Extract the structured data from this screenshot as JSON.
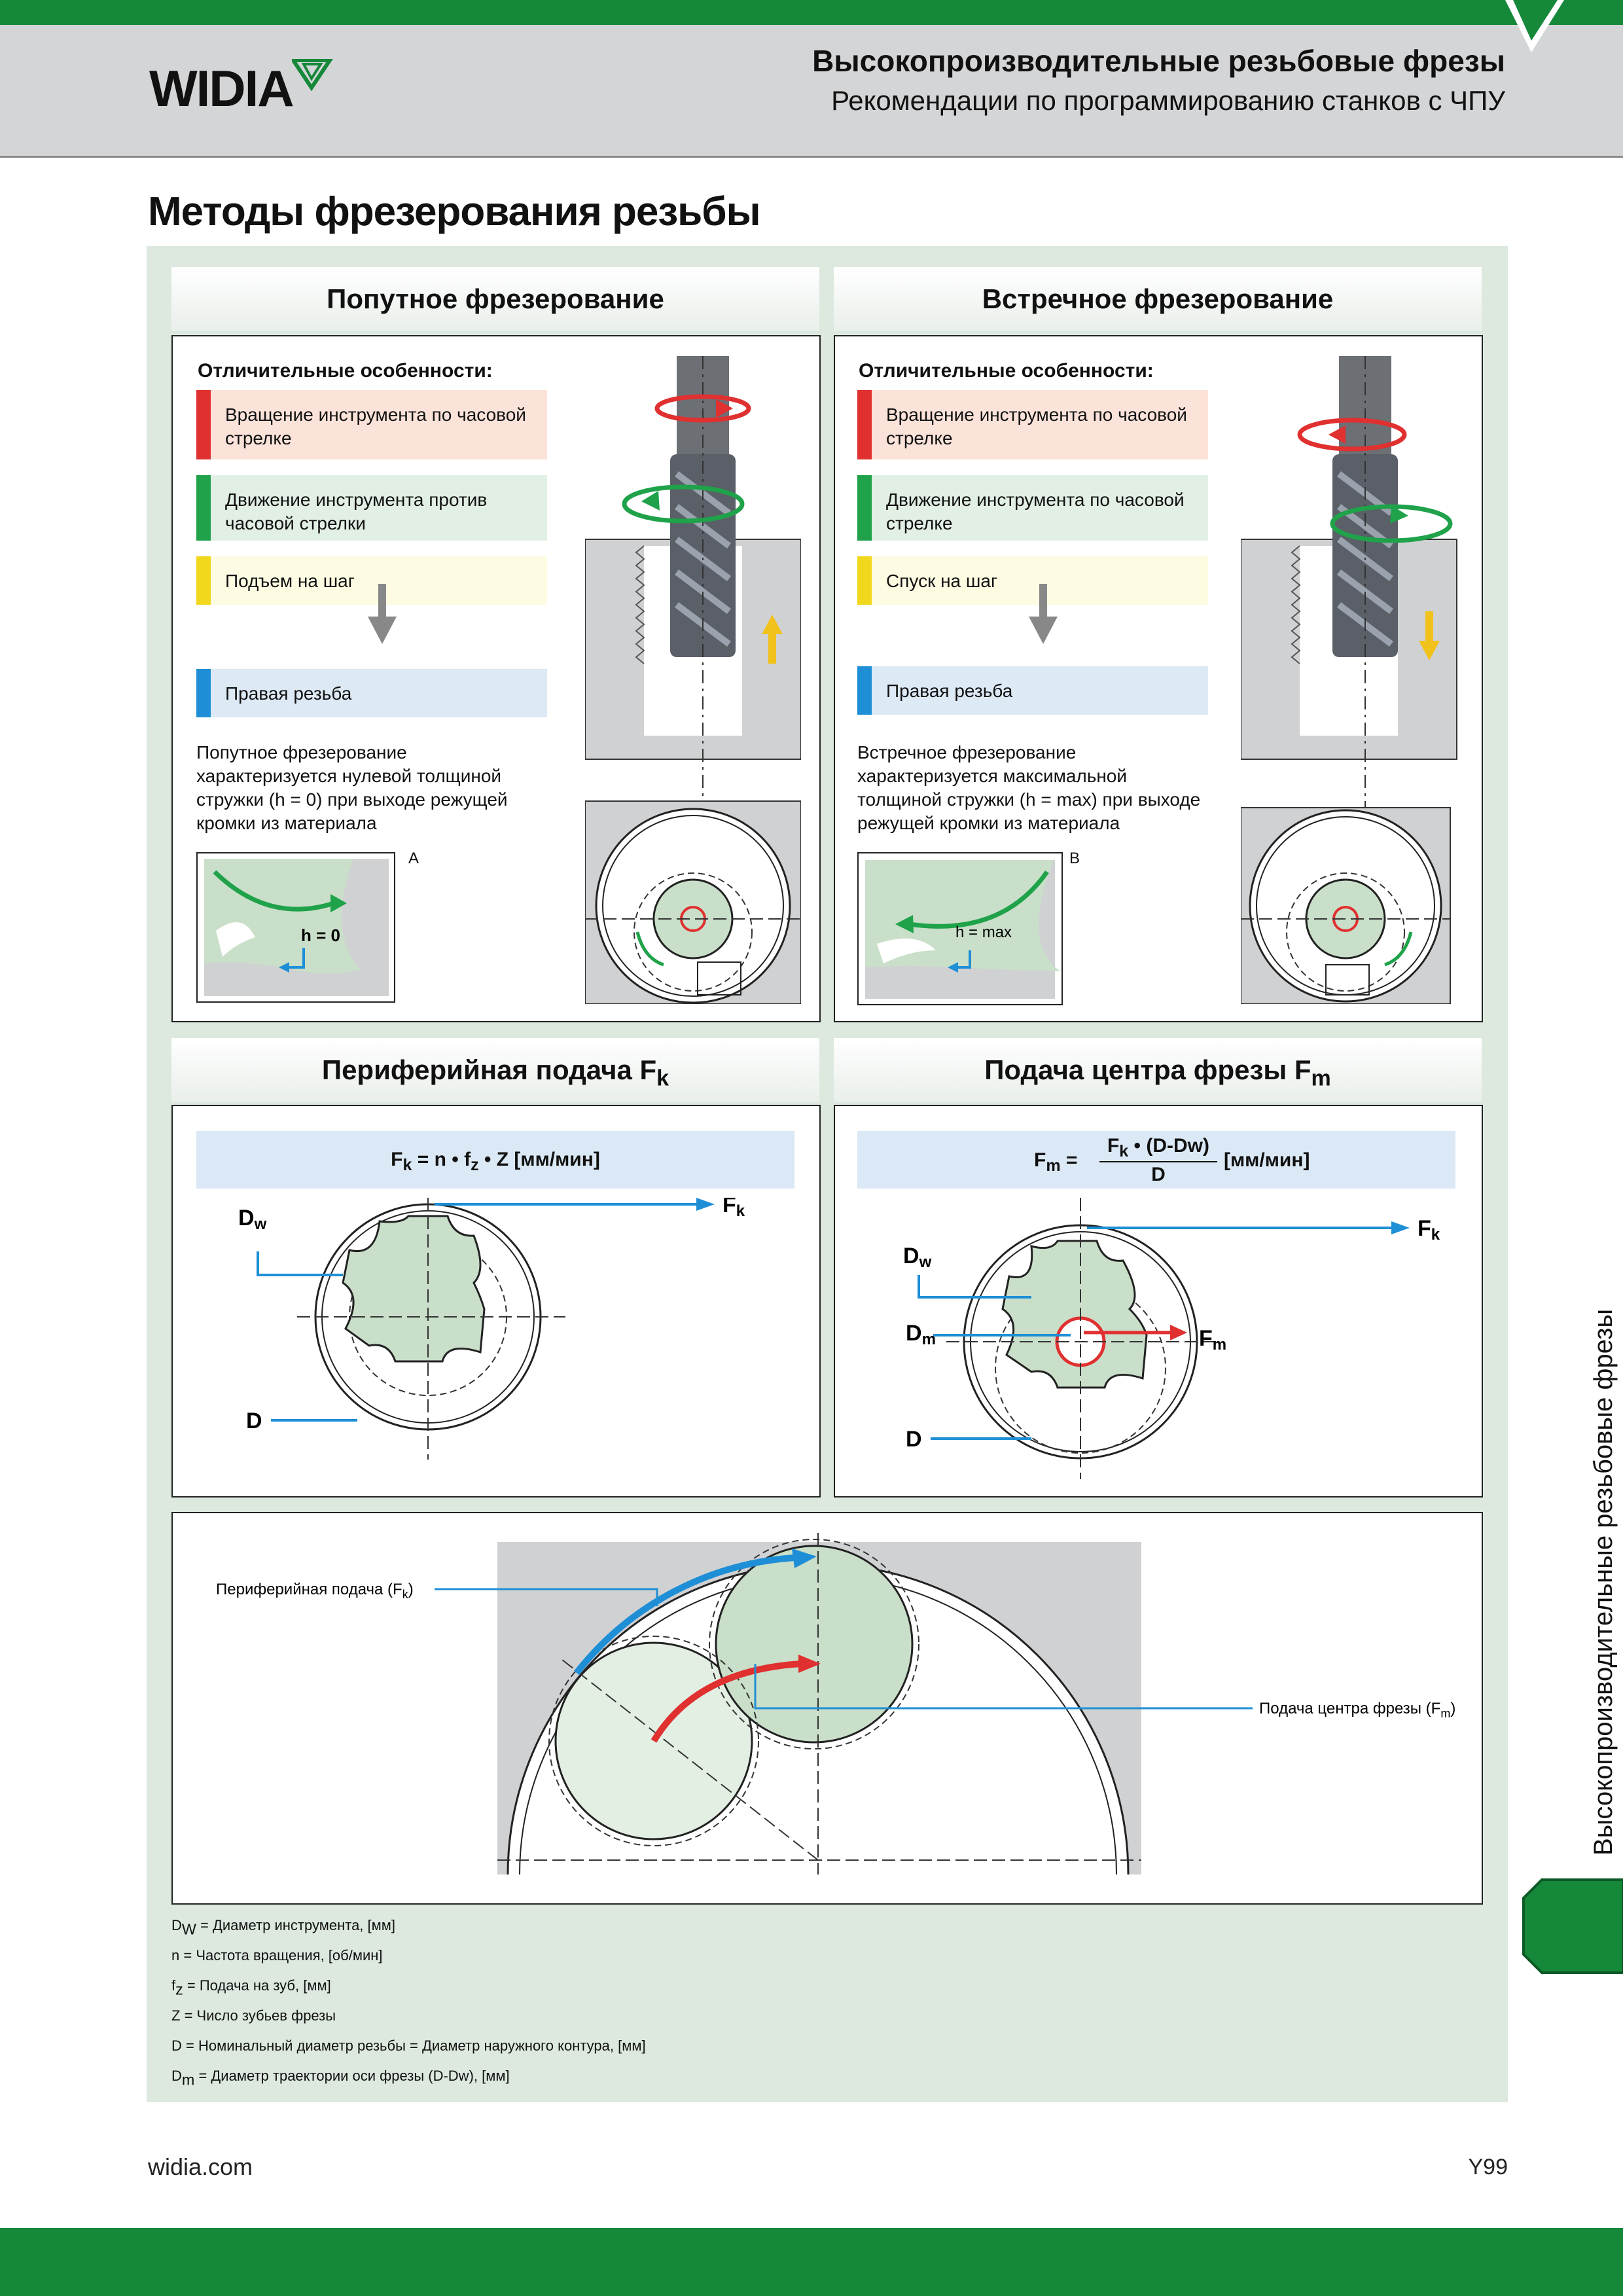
{
  "header": {
    "brand": "WIDIA",
    "title": "Высокопроизводительные резьбовые фрезы",
    "subtitle": "Рекомендации по программированию станков с ЧПУ"
  },
  "page_title": "Методы фрезерования резьбы",
  "climb": {
    "title": "Попутное фрезерование",
    "features_heading": "Отличительные особенности:",
    "features": [
      {
        "text": "Вращение инструмента по часовой стрелке",
        "color": "#e03030",
        "bg": "#fbe3da"
      },
      {
        "text": "Движение инструмента против часовой стрелки",
        "color": "#1fa24a",
        "bg": "#e2efe4"
      },
      {
        "text": "Подъем на шаг",
        "color": "#f2d81c",
        "bg": "#fdfbe2"
      },
      {
        "text": "Правая резьба",
        "color": "#1e8fd6",
        "bg": "#dde9f5"
      }
    ],
    "description": "Попутное фрезерование характеризуется нулевой толщиной стружки (h = 0) при выходе режущей кромки из материала",
    "detail_label": "A",
    "chip_label": "h = 0"
  },
  "conventional": {
    "title": "Встречное фрезерование",
    "features_heading": "Отличительные особенности:",
    "features": [
      {
        "text": "Вращение инструмента по часовой стрелке",
        "color": "#e03030",
        "bg": "#fbe3da"
      },
      {
        "text": "Движение инструмента по часовой стрелке",
        "color": "#1fa24a",
        "bg": "#e2efe4"
      },
      {
        "text": "Спуск на шаг",
        "color": "#f2d81c",
        "bg": "#fdfbe2"
      },
      {
        "text": "Правая резьба",
        "color": "#1e8fd6",
        "bg": "#dde9f5"
      }
    ],
    "description": "Встречное фрезерование характеризуется максимальной толщиной стружки (h = max) при выходе режущей кромки из материала",
    "detail_label": "B",
    "chip_label": "h = max"
  },
  "peripheral": {
    "title": "Периферийная подача F",
    "title_sub": "k",
    "formula": "F",
    "formula_sub": "k",
    "formula_rest": " = n • f",
    "formula_sub2": "z",
    "formula_end": " • Z [мм/мин]",
    "label_dw": "D",
    "label_dw_sub": "w",
    "label_fk": "F",
    "label_fk_sub": "k",
    "label_d": "D"
  },
  "center": {
    "title": "Подача центра фрезы F",
    "title_sub": "m",
    "formula_lhs": "F",
    "formula_lhs_sub": "m",
    "formula_num": "F",
    "formula_num_sub": "k",
    "formula_num_rest": " • (D-Dw)",
    "formula_den": "D",
    "formula_unit": "[мм/мин]",
    "label_dw": "D",
    "label_dw_sub": "w",
    "label_dm": "D",
    "label_dm_sub": "m",
    "label_fk": "F",
    "label_fk_sub": "k",
    "label_fm": "F",
    "label_fm_sub": "m",
    "label_d": "D"
  },
  "combined": {
    "peripheral_label": "Периферийная подача (F",
    "peripheral_label_sub": "k",
    "center_label": "Подача центра фрезы (F",
    "center_label_sub": "m"
  },
  "legend": [
    {
      "sym": "D",
      "sub": "W",
      "text": " = Диаметр инструмента, [мм]"
    },
    {
      "sym": "n",
      "sub": "",
      "text": " = Частота вращения, [об/мин]"
    },
    {
      "sym": "f",
      "sub": "z",
      "text": " = Подача на зуб, [мм]"
    },
    {
      "sym": "Z",
      "sub": "",
      "text": " = Число зубьев фрезы"
    },
    {
      "sym": "D",
      "sub": "",
      "text": " = Номинальный диаметр резьбы = Диаметр наружного контура, [мм]"
    },
    {
      "sym": "D",
      "sub": "m",
      "text": " = Диаметр траектории оси фрезы (D-Dw), [мм]"
    }
  ],
  "side_tab_text": "Высокопроизводительные резьбовые фрезы",
  "footer": {
    "url": "widia.com",
    "page": "Y99"
  },
  "colors": {
    "brand_green": "#15883a",
    "panel_bg": "#dde9df",
    "feed_blue": "#1e8fd6",
    "center_red": "#e03030"
  }
}
